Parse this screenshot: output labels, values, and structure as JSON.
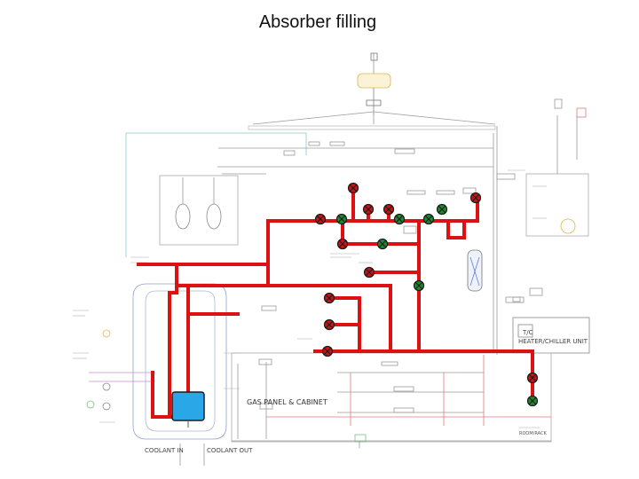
{
  "title": "Absorber filling",
  "labels": {
    "heater_chiller": "HEATER/CHILLER\nUNIT",
    "gas_panel": "GAS PANEL\n& CABINET",
    "coolant_in": "COOLANT\nIN",
    "coolant_out": "COOLANT\nOUT",
    "tc": "T/C",
    "bottom_label": "ROOM/RACK"
  },
  "colors": {
    "fill_line": "#dd1111",
    "valve_open": "#1d8a2e",
    "valve_closed": "#c81414",
    "absorber": "#2aa7e6",
    "drawing": "#8a8a8a"
  },
  "valves": [
    {
      "id": "v1",
      "state": "closed"
    },
    {
      "id": "v2",
      "state": "closed"
    },
    {
      "id": "v3",
      "state": "open"
    },
    {
      "id": "v4",
      "state": "closed"
    },
    {
      "id": "v5",
      "state": "closed"
    },
    {
      "id": "v6",
      "state": "open"
    },
    {
      "id": "v7",
      "state": "open"
    },
    {
      "id": "v8",
      "state": "open"
    },
    {
      "id": "v9",
      "state": "closed"
    },
    {
      "id": "v10",
      "state": "closed"
    },
    {
      "id": "v11",
      "state": "open"
    },
    {
      "id": "v12",
      "state": "closed"
    },
    {
      "id": "v13",
      "state": "open"
    },
    {
      "id": "v14",
      "state": "closed"
    },
    {
      "id": "v15",
      "state": "closed"
    },
    {
      "id": "v16",
      "state": "closed"
    },
    {
      "id": "v17",
      "state": "closed"
    },
    {
      "id": "v18",
      "state": "open"
    }
  ]
}
